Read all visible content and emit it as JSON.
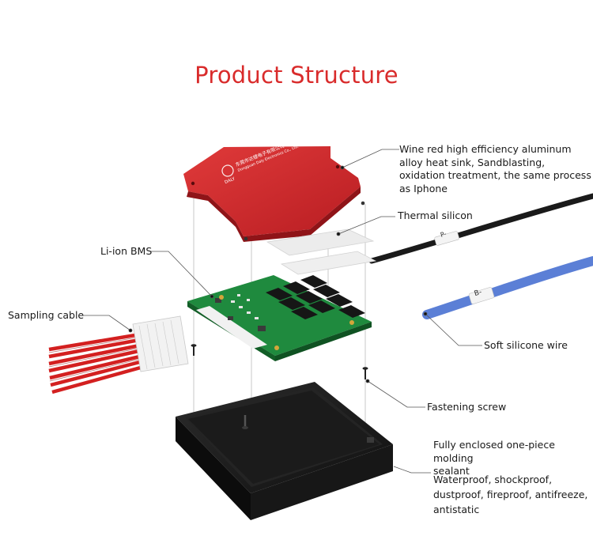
{
  "title": "Product Structure",
  "colors": {
    "title": "#d92b2b",
    "heat_sink": "#c8262b",
    "pcb": "#1f8a3e",
    "enclosure": "#1c1c1c",
    "thermal_silicon": "#ececec",
    "red_wire": "#d32020",
    "blue_wire": "#5b7fd6",
    "black_wire": "#1a1a1a"
  },
  "heat_sink": {
    "logo_text": "DALY",
    "company_cn": "东莞市达锂电子有限公司",
    "company_en": "Dongguan Daly Electronics Co., Ltd."
  },
  "labels": {
    "heat_sink": [
      "Wine red high efficiency aluminum",
      "alloy heat sink,   Sandblasting,",
      "oxidation treatment, the same process",
      "as Iphone"
    ],
    "thermal_silicon": "Thermal silicon",
    "bms": "Li-ion BMS",
    "sampling_cable": "Sampling cable",
    "silicone_wire": "Soft silicone wire",
    "screw": "Fastening screw",
    "enclosure": [
      "Fully enclosed one-piece molding",
      "sealant"
    ],
    "features": [
      "Waterproof, shockproof,",
      "dustproof, fireproof, antifreeze,",
      "antistatic"
    ]
  },
  "wire_tags": {
    "black": "P-",
    "blue": "B-"
  }
}
